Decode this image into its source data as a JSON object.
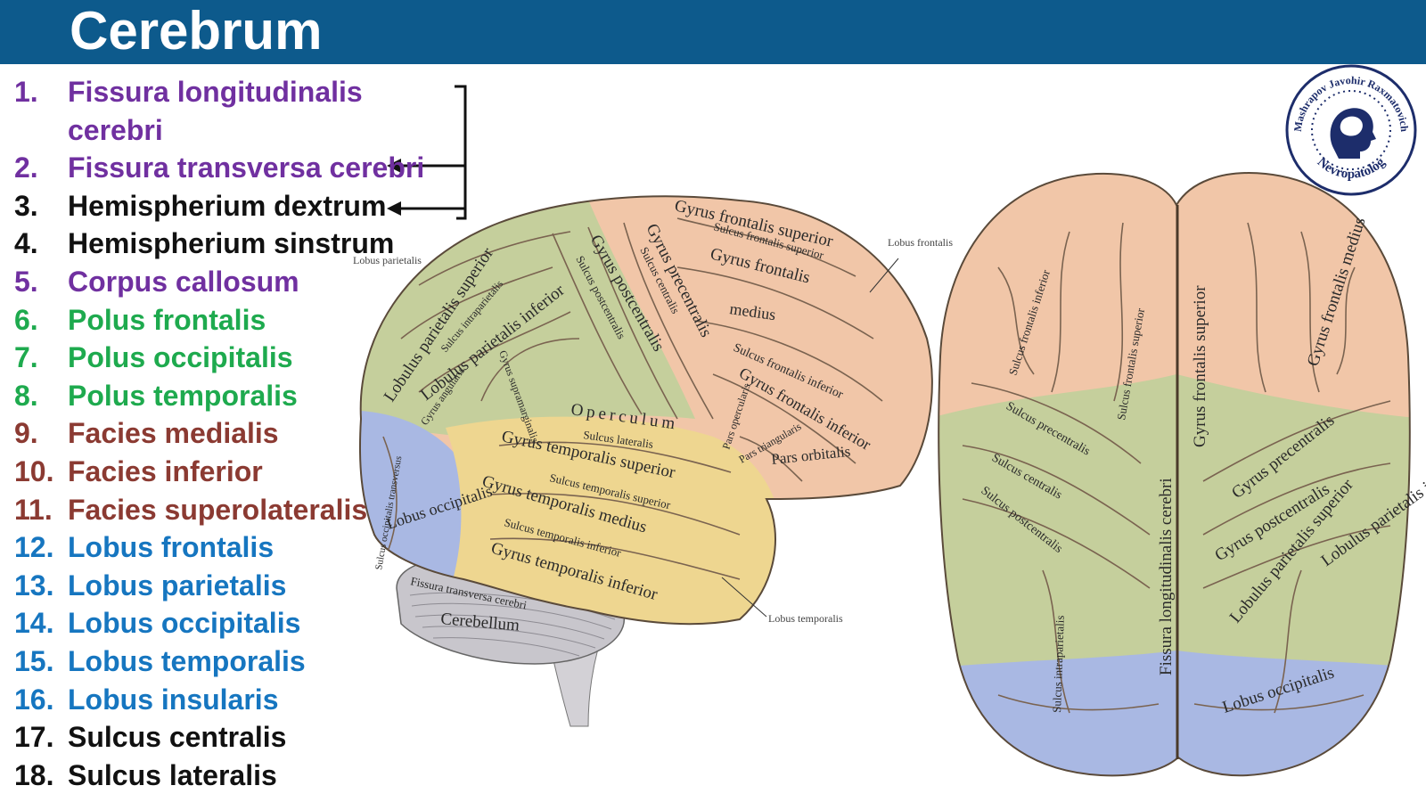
{
  "header": {
    "title": "Cerebrum"
  },
  "terms": [
    {
      "num": "1.",
      "text": "Fissura longitudinalis cerebri",
      "color": "#7030a0"
    },
    {
      "num": "2.",
      "text": "Fissura transversa cerebri",
      "color": "#7030a0"
    },
    {
      "num": "3.",
      "text": "Hemispherium dextrum",
      "color": "#111111"
    },
    {
      "num": "4.",
      "text": "Hemispherium sinstrum",
      "color": "#111111"
    },
    {
      "num": "5.",
      "text": "Corpus callosum",
      "color": "#7030a0"
    },
    {
      "num": "6.",
      "text": "Polus frontalis",
      "color": "#1eaa4e"
    },
    {
      "num": "7.",
      "text": "Polus occipitalis",
      "color": "#1eaa4e"
    },
    {
      "num": "8.",
      "text": "Polus temporalis",
      "color": "#1eaa4e"
    },
    {
      "num": "9.",
      "text": "Facies medialis",
      "color": "#8b3a32"
    },
    {
      "num": "10.",
      "text": "Facies inferior",
      "color": "#8b3a32"
    },
    {
      "num": "11.",
      "text": "Facies superolateralis",
      "color": "#8b3a32"
    },
    {
      "num": "12.",
      "text": "Lobus frontalis",
      "color": "#1676c0"
    },
    {
      "num": "13.",
      "text": "Lobus parietalis",
      "color": "#1676c0"
    },
    {
      "num": "14.",
      "text": "Lobus occipitalis",
      "color": "#1676c0"
    },
    {
      "num": "15.",
      "text": "Lobus temporalis",
      "color": "#1676c0"
    },
    {
      "num": "16.",
      "text": "Lobus insularis",
      "color": "#1676c0"
    },
    {
      "num": "17.",
      "text": "Sulcus centralis",
      "color": "#111111"
    },
    {
      "num": "18.",
      "text": "Sulcus lateralis",
      "color": "#111111"
    }
  ],
  "lateral_view": {
    "labels": {
      "gyrus_frontalis_superior": "Gyrus frontalis superior",
      "sulcus_frontalis_superior": "Sulcus frontalis superior",
      "gyrus_frontalis": "Gyrus frontalis",
      "medius": "medius",
      "sulcus_frontalis_inferior": "Sulcus frontalis inferior",
      "gyrus_frontalis_inferior": "Gyrus frontalis inferior",
      "lobus_frontalis": "Lobus frontalis",
      "gyrus_precentralis": "Gyrus precentralis",
      "sulcus_centralis": "Sulcus centralis",
      "gyrus_postcentralis": "Gyrus postcentralis",
      "sulcus_postcentralis": "Sulcus postcentralis",
      "lobus_parietalis": "Lobus parietalis",
      "lobulus_parietalis_superior": "Lobulus parietalis superior",
      "sulcus_intraparietalis": "Sulcus intraparietalis",
      "lobulus_parietalis_inferior": "Lobulus parietalis inferior",
      "gyrus_supramarginalis": "Gyrus supramarginalis",
      "gyrus_angularis": "Gyrus angularis",
      "operculum": "Operculum",
      "sulcus_lateralis": "Sulcus lateralis",
      "pars_opercularis": "Pars opercularis",
      "pars_triangularis": "Pars triangularis",
      "pars_orbitalis": "Pars orbitalis",
      "gyrus_temporalis_superior": "Gyrus temporalis superior",
      "sulcus_temporalis_superior": "Sulcus temporalis superior",
      "gyrus_temporalis_medius": "Gyrus temporalis medius",
      "sulcus_temporalis_inferior": "Sulcus temporalis inferior",
      "gyrus_temporalis_inferior": "Gyrus temporalis inferior",
      "lobus_temporalis": "Lobus temporalis",
      "lobus_occipitalis": "Lobus occipitalis",
      "sulcus_occipitalis_transversus": "Sulcus occipitalis transversus",
      "fissura_transversa_cerebri": "Fissura transversa cerebri",
      "cerebellum": "Cerebellum"
    }
  },
  "superior_view": {
    "labels": {
      "fissura_longitudinalis_cerebri": "Fissura longitudinalis cerebri",
      "gyrus_frontalis_superior": "Gyrus frontalis superior",
      "gyrus_frontalis_medius": "Gyrus frontalis medius",
      "sulcus_frontalis_inferior": "Sulcus frontalis inferior",
      "sulcus_frontalis_superior": "Sulcus frontalis superior",
      "sulcus_precentralis": "Sulcus precentralis",
      "sulcus_centralis": "Sulcus centralis",
      "sulcus_postcentralis": "Sulcus postcentralis",
      "gyrus_precentralis": "Gyrus precentralis",
      "gyrus_postcentralis": "Gyrus postcentralis",
      "lobulus_parietalis_superior": "Lobulus parietalis superior",
      "lobulus_parietalis_inferior": "Lobulus parietalis inferior",
      "sulcus_intraparietalis": "Sulcus intraparietalis",
      "lobus_occipitalis": "Lobus occipitalis"
    }
  },
  "stamp": {
    "ring_text": "Mashrapov Javohir Raxmatovich",
    "bottom_text": "Nevropatolog"
  },
  "colors": {
    "header": "#0d5a8c",
    "frontal": "#f1c6a8",
    "parietal": "#c5cf9c",
    "temporal": "#eed690",
    "occipital": "#a9b8e3",
    "cerebellum": "#c8c6cc"
  }
}
